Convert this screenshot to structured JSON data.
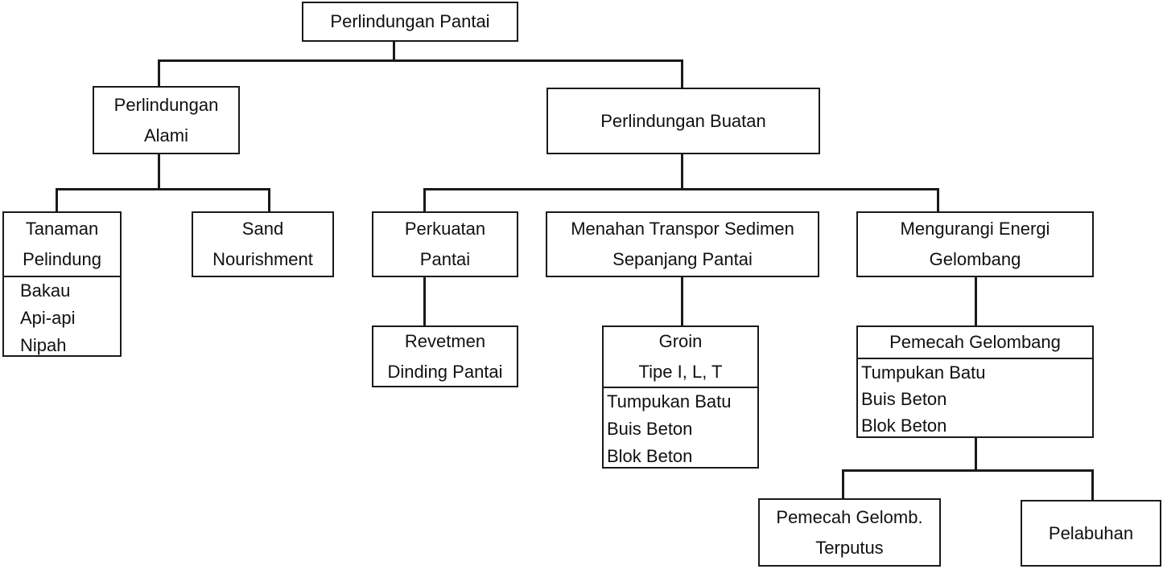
{
  "root": "Perlindungan Pantai",
  "alami": {
    "line1": "Perlindungan",
    "line2": "Alami"
  },
  "buatan": "Perlindungan Buatan",
  "tanaman": {
    "line1": "Tanaman",
    "line2": "Pelindung",
    "items": [
      "Bakau",
      "Api-api",
      "Nipah"
    ]
  },
  "sand": {
    "line1": "Sand",
    "line2": "Nourishment"
  },
  "perkuatan": {
    "line1": "Perkuatan",
    "line2": "Pantai"
  },
  "menahan": {
    "line1": "Menahan Transpor Sedimen",
    "line2": "Sepanjang Pantai"
  },
  "mengurangi": {
    "line1": "Mengurangi Energi",
    "line2": "Gelombang"
  },
  "revetmen": {
    "line1": "Revetmen",
    "line2": "Dinding Pantai"
  },
  "groin": {
    "line1": "Groin",
    "line2": "Tipe I, L, T",
    "items": [
      "Tumpukan Batu",
      "Buis Beton",
      "Blok Beton"
    ]
  },
  "pemecah": {
    "title": "Pemecah Gelombang",
    "items": [
      "Tumpukan Batu",
      "Buis Beton",
      "Blok Beton"
    ]
  },
  "terputus": {
    "line1": "Pemecah Gelomb.",
    "line2": "Terputus"
  },
  "pelabuhan": "Pelabuhan"
}
